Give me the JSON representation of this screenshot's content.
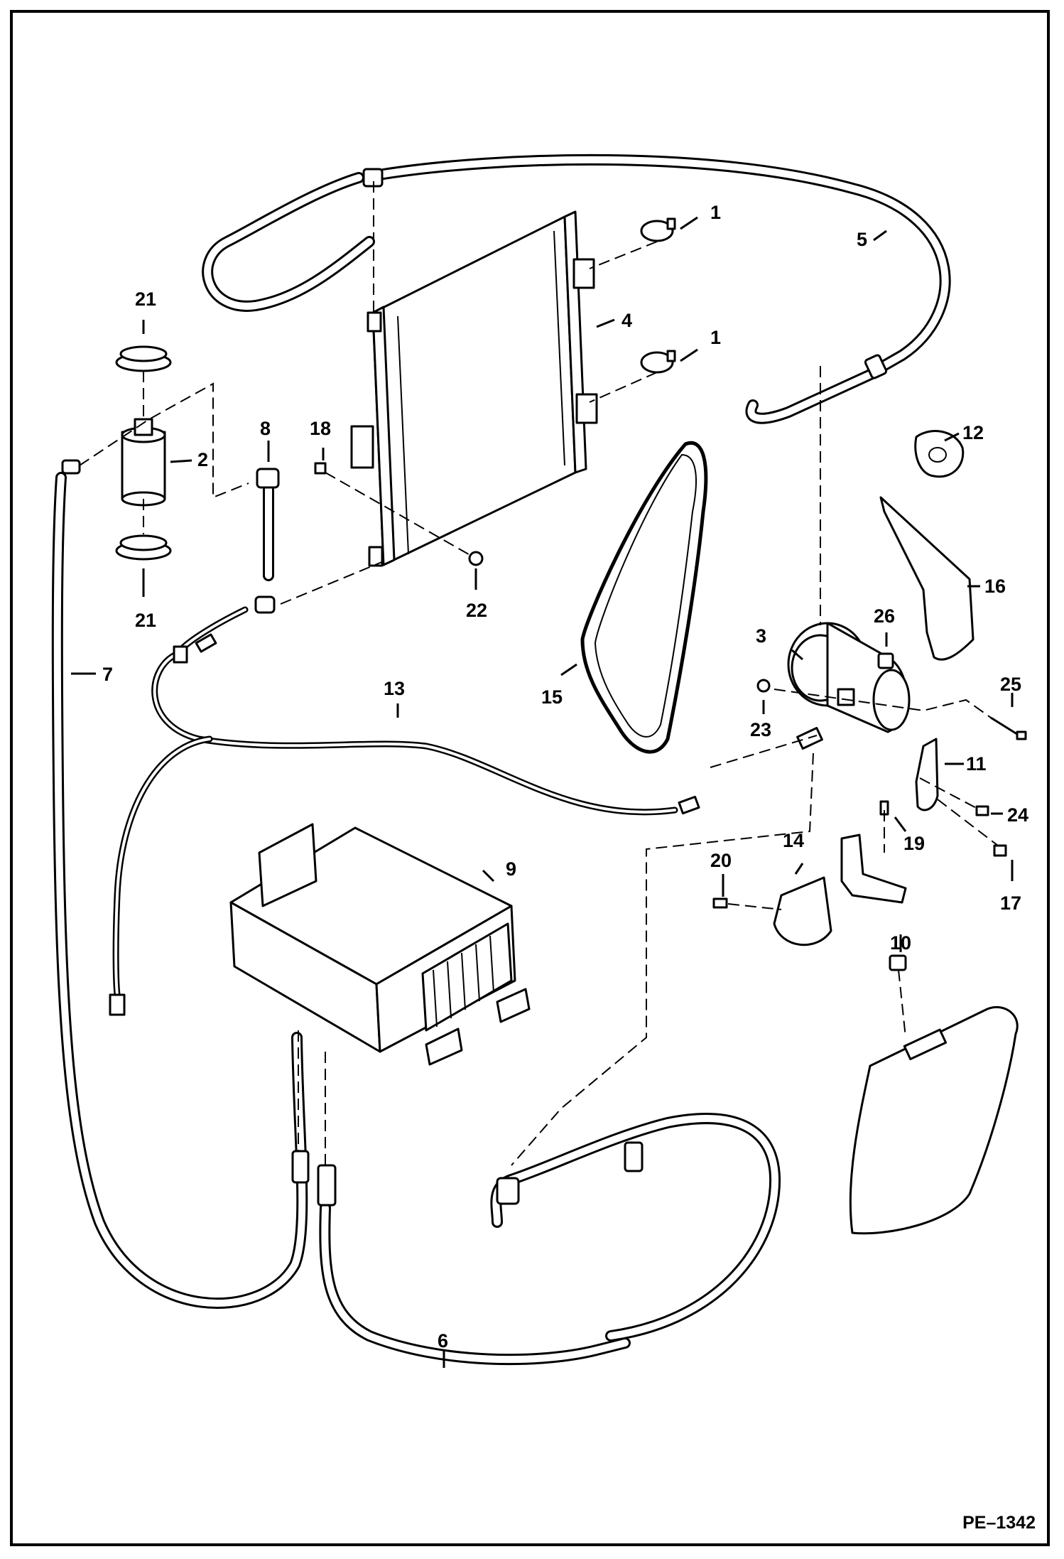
{
  "diagram": {
    "figure_code": "PE–1342",
    "callouts": [
      {
        "id": "c1a",
        "text": "1"
      },
      {
        "id": "c1b",
        "text": "1"
      },
      {
        "id": "c2",
        "text": "2"
      },
      {
        "id": "c3",
        "text": "3"
      },
      {
        "id": "c4",
        "text": "4"
      },
      {
        "id": "c5",
        "text": "5"
      },
      {
        "id": "c6",
        "text": "6"
      },
      {
        "id": "c7",
        "text": "7"
      },
      {
        "id": "c8",
        "text": "8"
      },
      {
        "id": "c9",
        "text": "9"
      },
      {
        "id": "c10",
        "text": "10"
      },
      {
        "id": "c11",
        "text": "11"
      },
      {
        "id": "c12",
        "text": "12"
      },
      {
        "id": "c13",
        "text": "13"
      },
      {
        "id": "c14",
        "text": "14"
      },
      {
        "id": "c15",
        "text": "15"
      },
      {
        "id": "c16",
        "text": "16"
      },
      {
        "id": "c17",
        "text": "17"
      },
      {
        "id": "c18",
        "text": "18"
      },
      {
        "id": "c19",
        "text": "19"
      },
      {
        "id": "c20",
        "text": "20"
      },
      {
        "id": "c21a",
        "text": "21"
      },
      {
        "id": "c21b",
        "text": "21"
      },
      {
        "id": "c22",
        "text": "22"
      },
      {
        "id": "c23",
        "text": "23"
      },
      {
        "id": "c24",
        "text": "24"
      },
      {
        "id": "c25",
        "text": "25"
      },
      {
        "id": "c26",
        "text": "26"
      }
    ]
  }
}
